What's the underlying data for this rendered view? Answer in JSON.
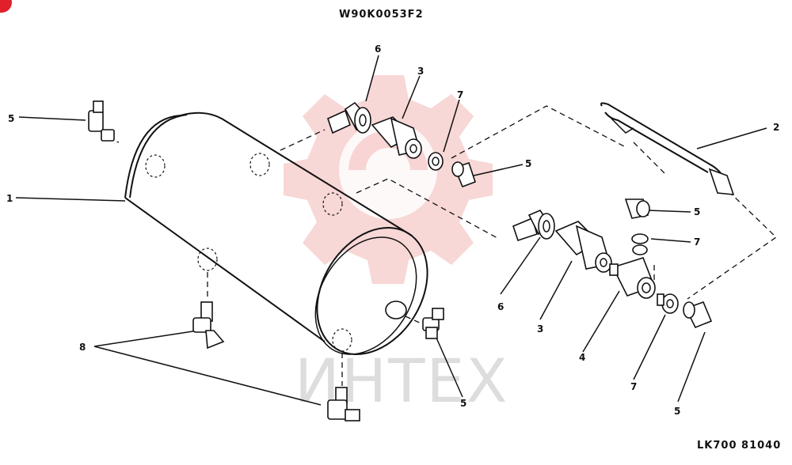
{
  "header": {
    "drawing_code": "W90K0053F2"
  },
  "footer": {
    "sheet_ref": "LK700 81040"
  },
  "watermark": {
    "text": "ИНТЕХ",
    "color": "#f2b7b7"
  },
  "callouts": {
    "c1": "1",
    "c2": "2",
    "c3a": "3",
    "c3b": "3",
    "c4": "4",
    "c5a": "5",
    "c5b": "5",
    "c5c": "5",
    "c5d": "5",
    "c5e": "5",
    "c6a": "6",
    "c6b": "6",
    "c7a": "7",
    "c7b": "7",
    "c7c": "7",
    "c8": "8"
  },
  "colors": {
    "line": "#111111",
    "background": "#ffffff",
    "corner_mark": "#e0202a"
  }
}
